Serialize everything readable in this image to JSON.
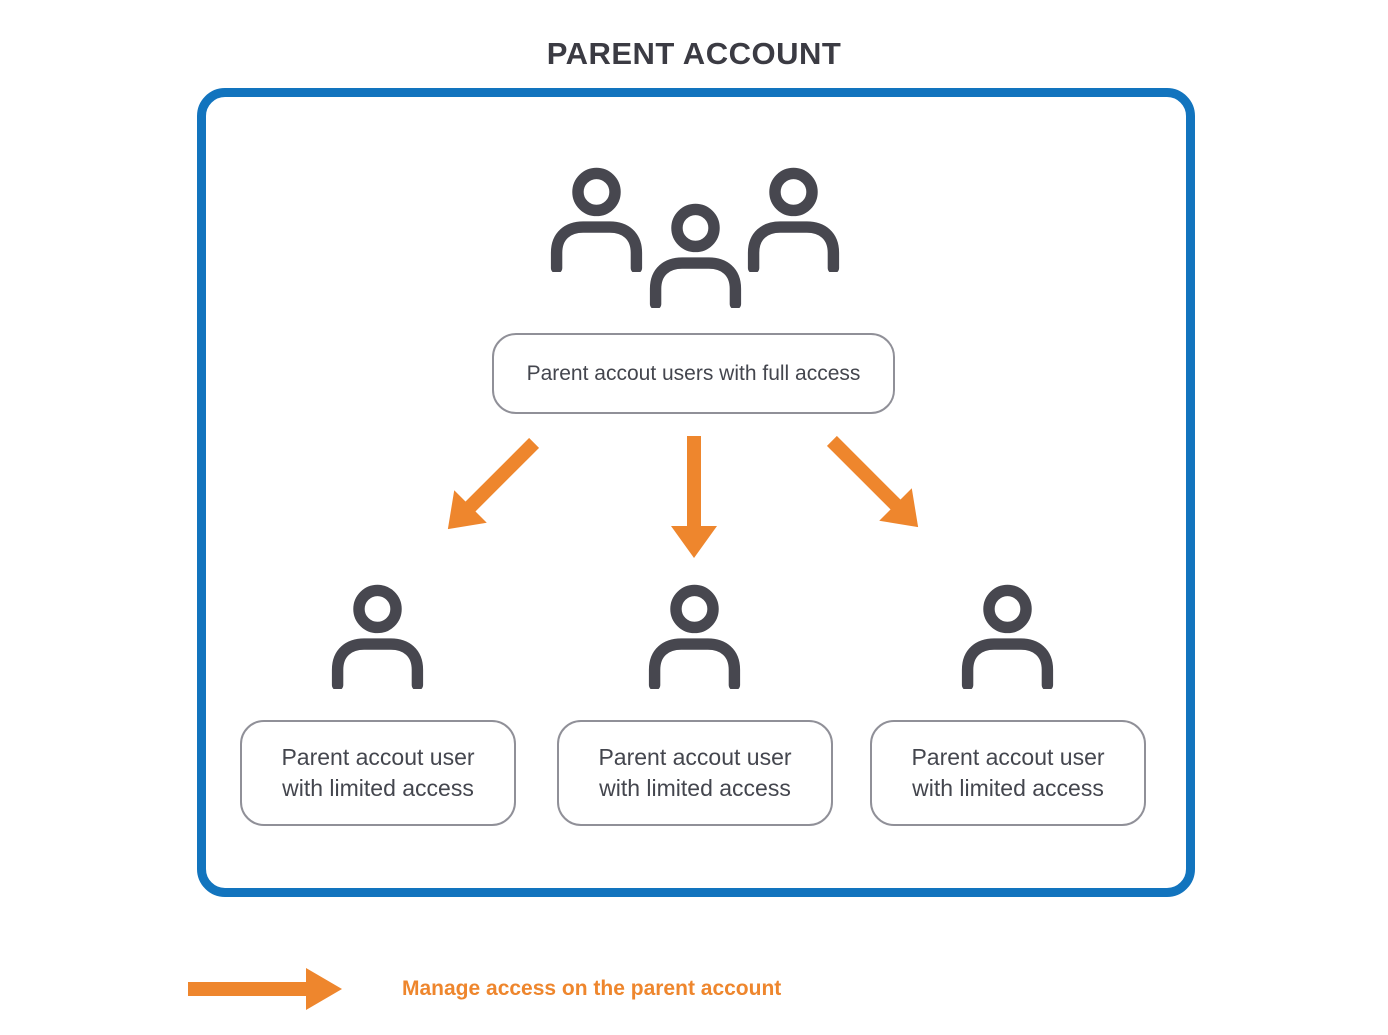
{
  "title": "PARENT ACCOUNT",
  "parent_box": {
    "label": "Parent accout users with full access"
  },
  "child_boxes": [
    {
      "line1": "Parent accout user",
      "line2": "with limited access"
    },
    {
      "line1": "Parent accout user",
      "line2": "with limited access"
    },
    {
      "line1": "Parent accout user",
      "line2": "with limited access"
    }
  ],
  "legend": {
    "label": "Manage access on the parent account"
  },
  "icons": {
    "parent_group": "users-group-icon",
    "child_user": "user-icon",
    "flow_arrow": "arrow-down-icon",
    "legend_arrow": "arrow-right-icon"
  },
  "colors": {
    "blue_border": "#1274BE",
    "orange": "#EE862D",
    "icon_charcoal": "#47474F",
    "title_text": "#3B3B43",
    "label_text": "#44464E",
    "box_border": "#909098",
    "background": "#FFFFFF"
  }
}
